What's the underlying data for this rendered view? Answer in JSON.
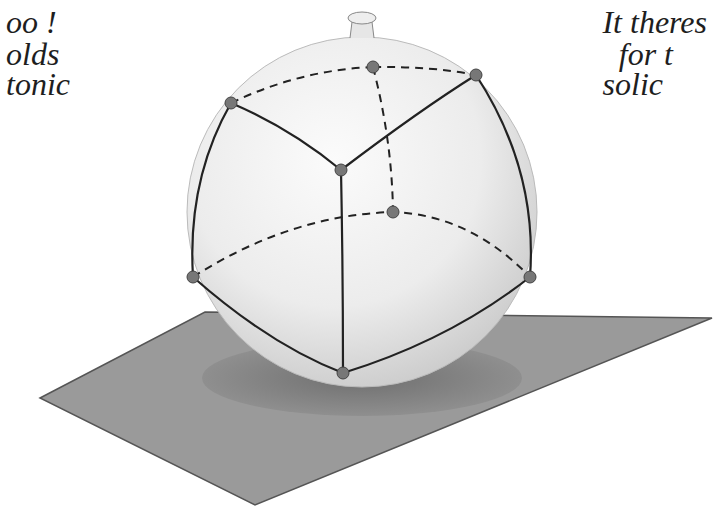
{
  "diagram": {
    "labels": [
      "oo !",
      "olds",
      "tonic",
      "It theres",
      "for t",
      "solic"
    ]
  }
}
